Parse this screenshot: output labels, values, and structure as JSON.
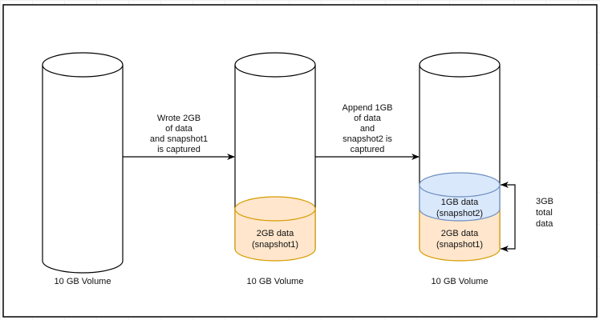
{
  "diagram": {
    "volumes": [
      {
        "label": "10 GB Volume",
        "segments": []
      },
      {
        "label": "10 GB Volume",
        "segments": [
          {
            "lines": [
              "2GB data",
              "(snapshot1)"
            ],
            "fill": "#ffe6cc",
            "stroke": "#d79b00"
          }
        ]
      },
      {
        "label": "10 GB Volume",
        "segments": [
          {
            "lines": [
              "2GB data",
              "(snapshot1)"
            ],
            "fill": "#ffe6cc",
            "stroke": "#d79b00"
          },
          {
            "lines": [
              "1GB data",
              "(snapshot2)"
            ],
            "fill": "#dae8fc",
            "stroke": "#6c8ebf"
          }
        ]
      }
    ],
    "arrows": [
      {
        "lines": [
          "Wrote 2GB",
          "of data",
          "and snapshot1",
          "is captured"
        ]
      },
      {
        "lines": [
          "Append 1GB",
          "of data",
          "and",
          "snapshot2 is",
          "captured"
        ]
      }
    ],
    "total": {
      "lines": [
        "3GB",
        "total",
        "data"
      ]
    }
  }
}
